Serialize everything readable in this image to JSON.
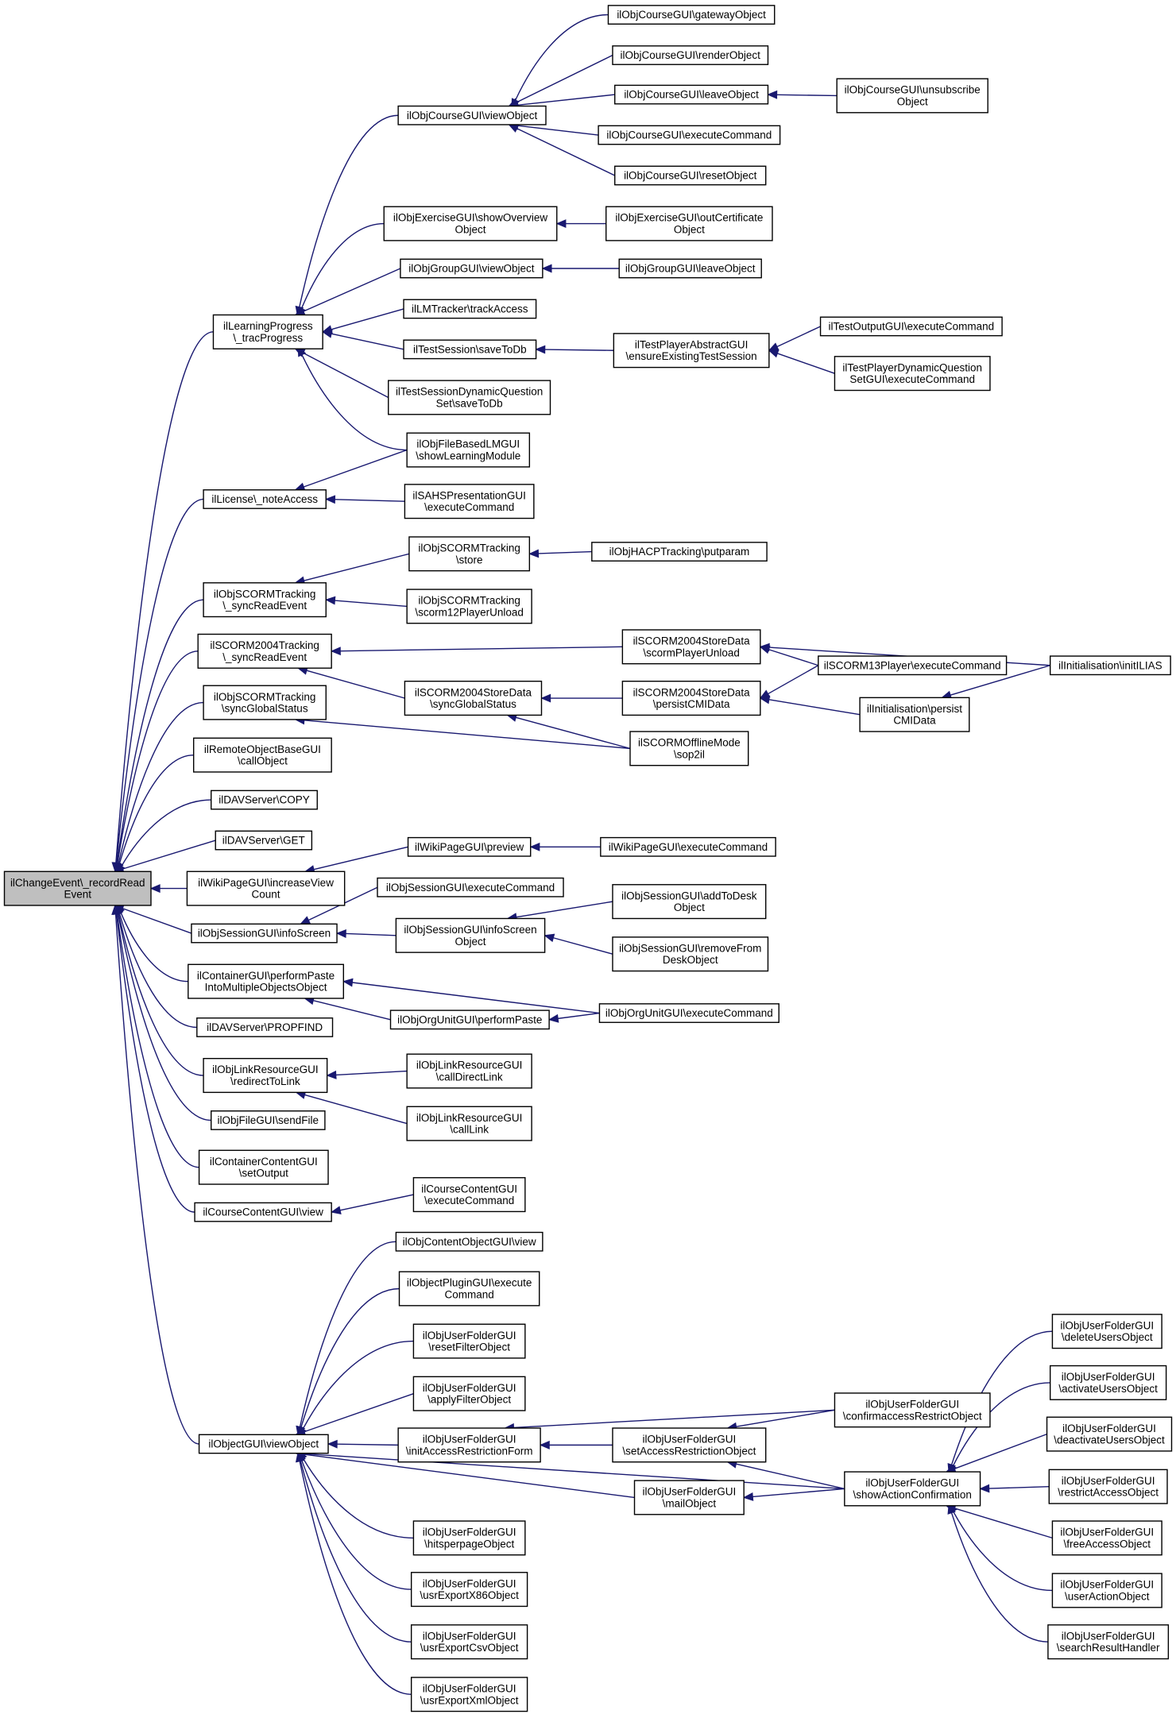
{
  "title": "",
  "colors": {
    "edge": "#191970",
    "root_fill": "#bfbfbf",
    "node_fill": "#ffffff",
    "node_border": "#000000"
  },
  "nodes": [
    {
      "id": "root",
      "lines": [
        "ilChangeEvent\\_recordRead",
        "Event"
      ]
    },
    {
      "id": "lp",
      "lines": [
        "ilLearningProgress",
        "\\_tracProgress"
      ]
    },
    {
      "id": "lic",
      "lines": [
        "ilLicense\\_noteAccess"
      ]
    },
    {
      "id": "scoTr",
      "lines": [
        "ilObjSCORMTracking",
        "\\_syncReadEvent"
      ]
    },
    {
      "id": "s2004",
      "lines": [
        "ilSCORM2004Tracking",
        "\\_syncReadEvent"
      ]
    },
    {
      "id": "scoGlob",
      "lines": [
        "ilObjSCORMTracking",
        "\\syncGlobalStatus"
      ]
    },
    {
      "id": "remote",
      "lines": [
        "ilRemoteObjectBaseGUI",
        "\\callObject"
      ]
    },
    {
      "id": "davCopy",
      "lines": [
        "ilDAVServer\\COPY"
      ]
    },
    {
      "id": "davGet",
      "lines": [
        "ilDAVServer\\GET"
      ]
    },
    {
      "id": "wikiInc",
      "lines": [
        "ilWikiPageGUI\\increaseView",
        "Count"
      ]
    },
    {
      "id": "sessInfo",
      "lines": [
        "ilObjSessionGUI\\infoScreen"
      ]
    },
    {
      "id": "contPaste",
      "lines": [
        "ilContainerGUI\\performPaste",
        "IntoMultipleObjectsObject"
      ]
    },
    {
      "id": "davProp",
      "lines": [
        "ilDAVServer\\PROPFIND"
      ]
    },
    {
      "id": "linkRedir",
      "lines": [
        "ilObjLinkResourceGUI",
        "\\redirectToLink"
      ]
    },
    {
      "id": "fileSend",
      "lines": [
        "ilObjFileGUI\\sendFile"
      ]
    },
    {
      "id": "contContent",
      "lines": [
        "ilContainerContentGUI",
        "\\setOutput"
      ]
    },
    {
      "id": "courseContent",
      "lines": [
        "ilCourseContentGUI\\view"
      ]
    },
    {
      "id": "objView",
      "lines": [
        "ilObjectGUI\\viewObject"
      ]
    },
    {
      "id": "crsView",
      "lines": [
        "ilObjCourseGUI\\viewObject"
      ]
    },
    {
      "id": "crsGateway",
      "lines": [
        "ilObjCourseGUI\\gatewayObject"
      ]
    },
    {
      "id": "crsRender",
      "lines": [
        "ilObjCourseGUI\\renderObject"
      ]
    },
    {
      "id": "crsLeave",
      "lines": [
        "ilObjCourseGUI\\leaveObject"
      ]
    },
    {
      "id": "crsUnsub",
      "lines": [
        "ilObjCourseGUI\\unsubscribe",
        "Object"
      ]
    },
    {
      "id": "crsExec",
      "lines": [
        "ilObjCourseGUI\\executeCommand"
      ]
    },
    {
      "id": "crsReset",
      "lines": [
        "ilObjCourseGUI\\resetObject"
      ]
    },
    {
      "id": "exShow",
      "lines": [
        "ilObjExerciseGUI\\showOverview",
        "Object"
      ]
    },
    {
      "id": "exCert",
      "lines": [
        "ilObjExerciseGUI\\outCertificate",
        "Object"
      ]
    },
    {
      "id": "grpView",
      "lines": [
        "ilObjGroupGUI\\viewObject"
      ]
    },
    {
      "id": "grpLeave",
      "lines": [
        "ilObjGroupGUI\\leaveObject"
      ]
    },
    {
      "id": "lmTrack",
      "lines": [
        "ilLMTracker\\trackAccess"
      ]
    },
    {
      "id": "tsSave",
      "lines": [
        "ilTestSession\\saveToDb"
      ]
    },
    {
      "id": "tpEnsure",
      "lines": [
        "ilTestPlayerAbstractGUI",
        "\\ensureExistingTestSession"
      ]
    },
    {
      "id": "toExec",
      "lines": [
        "ilTestOutputGUI\\executeCommand"
      ]
    },
    {
      "id": "tpdExec",
      "lines": [
        "ilTestPlayerDynamicQuestion",
        "SetGUI\\executeCommand"
      ]
    },
    {
      "id": "tsdSave",
      "lines": [
        "ilTestSessionDynamicQuestion",
        "Set\\saveToDb"
      ]
    },
    {
      "id": "fblm",
      "lines": [
        "ilObjFileBasedLMGUI",
        "\\showLearningModule"
      ]
    },
    {
      "id": "sahsExec",
      "lines": [
        "ilSAHSPresentationGUI",
        "\\executeCommand"
      ]
    },
    {
      "id": "scoStore",
      "lines": [
        "ilObjSCORMTracking",
        "\\store"
      ]
    },
    {
      "id": "hacp",
      "lines": [
        "ilObjHACPTracking\\putparam"
      ]
    },
    {
      "id": "sco12",
      "lines": [
        "ilObjSCORMTracking",
        "\\scorm12PlayerUnload"
      ]
    },
    {
      "id": "sdUnload",
      "lines": [
        "ilSCORM2004StoreData",
        "\\scormPlayerUnload"
      ]
    },
    {
      "id": "sdSync",
      "lines": [
        "ilSCORM2004StoreData",
        "\\syncGlobalStatus"
      ]
    },
    {
      "id": "sdPersist",
      "lines": [
        "ilSCORM2004StoreData",
        "\\persistCMIData"
      ]
    },
    {
      "id": "s13exec",
      "lines": [
        "ilSCORM13Player\\executeCommand"
      ]
    },
    {
      "id": "initIlias",
      "lines": [
        "ilInitialisation\\initILIAS"
      ]
    },
    {
      "id": "initPersist",
      "lines": [
        "ilInitialisation\\persist",
        "CMIData"
      ]
    },
    {
      "id": "offline",
      "lines": [
        "ilSCORMOfflineMode",
        "\\sop2il"
      ]
    },
    {
      "id": "wikiPrev",
      "lines": [
        "ilWikiPageGUI\\preview"
      ]
    },
    {
      "id": "wikiExec",
      "lines": [
        "ilWikiPageGUI\\executeCommand"
      ]
    },
    {
      "id": "sessExec",
      "lines": [
        "ilObjSessionGUI\\executeCommand"
      ]
    },
    {
      "id": "sessInfoObj",
      "lines": [
        "ilObjSessionGUI\\infoScreen",
        "Object"
      ]
    },
    {
      "id": "sessAdd",
      "lines": [
        "ilObjSessionGUI\\addToDesk",
        "Object"
      ]
    },
    {
      "id": "sessRem",
      "lines": [
        "ilObjSessionGUI\\removeFrom",
        "DeskObject"
      ]
    },
    {
      "id": "orgPaste",
      "lines": [
        "ilObjOrgUnitGUI\\performPaste"
      ]
    },
    {
      "id": "orgExec",
      "lines": [
        "ilObjOrgUnitGUI\\executeCommand"
      ]
    },
    {
      "id": "linkDirect",
      "lines": [
        "ilObjLinkResourceGUI",
        "\\callDirectLink"
      ]
    },
    {
      "id": "linkCall",
      "lines": [
        "ilObjLinkResourceGUI",
        "\\callLink"
      ]
    },
    {
      "id": "ccExec",
      "lines": [
        "ilCourseContentGUI",
        "\\executeCommand"
      ]
    },
    {
      "id": "coView",
      "lines": [
        "ilObjContentObjectGUI\\view"
      ]
    },
    {
      "id": "plugExec",
      "lines": [
        "ilObjectPluginGUI\\execute",
        "Command"
      ]
    },
    {
      "id": "ufReset",
      "lines": [
        "ilObjUserFolderGUI",
        "\\resetFilterObject"
      ]
    },
    {
      "id": "ufApply",
      "lines": [
        "ilObjUserFolderGUI",
        "\\applyFilterObject"
      ]
    },
    {
      "id": "ufInitAR",
      "lines": [
        "ilObjUserFolderGUI",
        "\\initAccessRestrictionForm"
      ]
    },
    {
      "id": "ufSetAR",
      "lines": [
        "ilObjUserFolderGUI",
        "\\setAccessRestrictionObject"
      ]
    },
    {
      "id": "ufConfirm",
      "lines": [
        "ilObjUserFolderGUI",
        "\\confirmaccessRestrictObject"
      ]
    },
    {
      "id": "ufMail",
      "lines": [
        "ilObjUserFolderGUI",
        "\\mailObject"
      ]
    },
    {
      "id": "ufShow",
      "lines": [
        "ilObjUserFolderGUI",
        "\\showActionConfirmation"
      ]
    },
    {
      "id": "ufHits",
      "lines": [
        "ilObjUserFolderGUI",
        "\\hitsperpageObject"
      ]
    },
    {
      "id": "ufX86",
      "lines": [
        "ilObjUserFolderGUI",
        "\\usrExportX86Object"
      ]
    },
    {
      "id": "ufCsv",
      "lines": [
        "ilObjUserFolderGUI",
        "\\usrExportCsvObject"
      ]
    },
    {
      "id": "ufXml",
      "lines": [
        "ilObjUserFolderGUI",
        "\\usrExportXmlObject"
      ]
    },
    {
      "id": "ufDelete",
      "lines": [
        "ilObjUserFolderGUI",
        "\\deleteUsersObject"
      ]
    },
    {
      "id": "ufActivate",
      "lines": [
        "ilObjUserFolderGUI",
        "\\activateUsersObject"
      ]
    },
    {
      "id": "ufDeactivate",
      "lines": [
        "ilObjUserFolderGUI",
        "\\deactivateUsersObject"
      ]
    },
    {
      "id": "ufRestrict",
      "lines": [
        "ilObjUserFolderGUI",
        "\\restrictAccessObject"
      ]
    },
    {
      "id": "ufFree",
      "lines": [
        "ilObjUserFolderGUI",
        "\\freeAccessObject"
      ]
    },
    {
      "id": "ufAction",
      "lines": [
        "ilObjUserFolderGUI",
        "\\userActionObject"
      ]
    },
    {
      "id": "ufSearch",
      "lines": [
        "ilObjUserFolderGUI",
        "\\searchResultHandler"
      ]
    }
  ],
  "edges": [
    [
      "lp",
      "root"
    ],
    [
      "lic",
      "root"
    ],
    [
      "scoTr",
      "root"
    ],
    [
      "s2004",
      "root"
    ],
    [
      "scoGlob",
      "root"
    ],
    [
      "remote",
      "root"
    ],
    [
      "davCopy",
      "root"
    ],
    [
      "davGet",
      "root"
    ],
    [
      "wikiInc",
      "root"
    ],
    [
      "sessInfo",
      "root"
    ],
    [
      "contPaste",
      "root"
    ],
    [
      "davProp",
      "root"
    ],
    [
      "linkRedir",
      "root"
    ],
    [
      "fileSend",
      "root"
    ],
    [
      "contContent",
      "root"
    ],
    [
      "courseContent",
      "root"
    ],
    [
      "objView",
      "root"
    ],
    [
      "crsView",
      "lp"
    ],
    [
      "exShow",
      "lp"
    ],
    [
      "grpView",
      "lp"
    ],
    [
      "lmTrack",
      "lp"
    ],
    [
      "tsSave",
      "lp"
    ],
    [
      "tsdSave",
      "lp"
    ],
    [
      "fblm",
      "lp"
    ],
    [
      "crsGateway",
      "crsView"
    ],
    [
      "crsRender",
      "crsView"
    ],
    [
      "crsLeave",
      "crsView"
    ],
    [
      "crsExec",
      "crsView"
    ],
    [
      "crsReset",
      "crsView"
    ],
    [
      "crsUnsub",
      "crsLeave"
    ],
    [
      "exCert",
      "exShow"
    ],
    [
      "grpLeave",
      "grpView"
    ],
    [
      "tpEnsure",
      "tsSave"
    ],
    [
      "toExec",
      "tpEnsure"
    ],
    [
      "tpdExec",
      "tpEnsure"
    ],
    [
      "fblm",
      "lic"
    ],
    [
      "sahsExec",
      "lic"
    ],
    [
      "scoStore",
      "scoTr"
    ],
    [
      "sco12",
      "scoTr"
    ],
    [
      "hacp",
      "scoStore"
    ],
    [
      "sdUnload",
      "s2004"
    ],
    [
      "sdSync",
      "s2004"
    ],
    [
      "initIlias",
      "sdUnload"
    ],
    [
      "s13exec",
      "sdUnload"
    ],
    [
      "sdPersist",
      "sdSync"
    ],
    [
      "offline",
      "sdSync"
    ],
    [
      "s13exec",
      "sdPersist"
    ],
    [
      "initPersist",
      "sdPersist"
    ],
    [
      "initIlias",
      "initPersist"
    ],
    [
      "offline",
      "scoGlob"
    ],
    [
      "wikiPrev",
      "wikiInc"
    ],
    [
      "wikiExec",
      "wikiPrev"
    ],
    [
      "sessExec",
      "sessInfo"
    ],
    [
      "sessInfoObj",
      "sessInfo"
    ],
    [
      "sessAdd",
      "sessInfoObj"
    ],
    [
      "sessRem",
      "sessInfoObj"
    ],
    [
      "orgExec",
      "contPaste"
    ],
    [
      "orgPaste",
      "contPaste"
    ],
    [
      "orgExec",
      "orgPaste"
    ],
    [
      "linkDirect",
      "linkRedir"
    ],
    [
      "linkCall",
      "linkRedir"
    ],
    [
      "ccExec",
      "courseContent"
    ],
    [
      "coView",
      "objView"
    ],
    [
      "plugExec",
      "objView"
    ],
    [
      "ufReset",
      "objView"
    ],
    [
      "ufApply",
      "objView"
    ],
    [
      "ufInitAR",
      "objView"
    ],
    [
      "ufMail",
      "objView"
    ],
    [
      "ufShow",
      "objView"
    ],
    [
      "ufHits",
      "objView"
    ],
    [
      "ufX86",
      "objView"
    ],
    [
      "ufCsv",
      "objView"
    ],
    [
      "ufXml",
      "objView"
    ],
    [
      "ufConfirm",
      "ufInitAR"
    ],
    [
      "ufSetAR",
      "ufInitAR"
    ],
    [
      "ufConfirm",
      "ufSetAR"
    ],
    [
      "ufShow",
      "ufSetAR"
    ],
    [
      "ufShow",
      "ufMail"
    ],
    [
      "ufDelete",
      "ufShow"
    ],
    [
      "ufActivate",
      "ufShow"
    ],
    [
      "ufDeactivate",
      "ufShow"
    ],
    [
      "ufRestrict",
      "ufShow"
    ],
    [
      "ufFree",
      "ufShow"
    ],
    [
      "ufAction",
      "ufShow"
    ],
    [
      "ufSearch",
      "ufShow"
    ]
  ]
}
